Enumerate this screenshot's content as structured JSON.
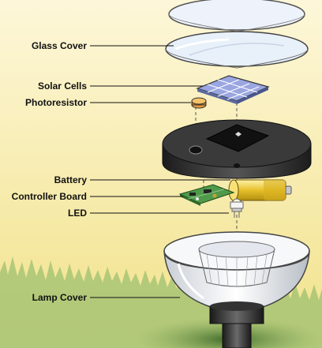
{
  "labels": {
    "glass_cover": "Glass Cover",
    "solar_cells": "Solar Cells",
    "photoresistor": "Photoresistor",
    "battery": "Battery",
    "controller_board": "Controller Board",
    "led": "LED",
    "lamp_cover": "Lamp Cover"
  },
  "colors": {
    "background_top": "#fdf7d9",
    "background_bottom": "#f2e28a",
    "grass": "#a7c476",
    "ground_shadow": "#3e6a2a",
    "housing": "#2b2b2b",
    "battery": "#e6c02a",
    "circuit_board": "#4f9a4a",
    "solar_cell": "#9aa6e0",
    "photoresistor": "#e89a3a",
    "glass": "#eef3fb"
  }
}
